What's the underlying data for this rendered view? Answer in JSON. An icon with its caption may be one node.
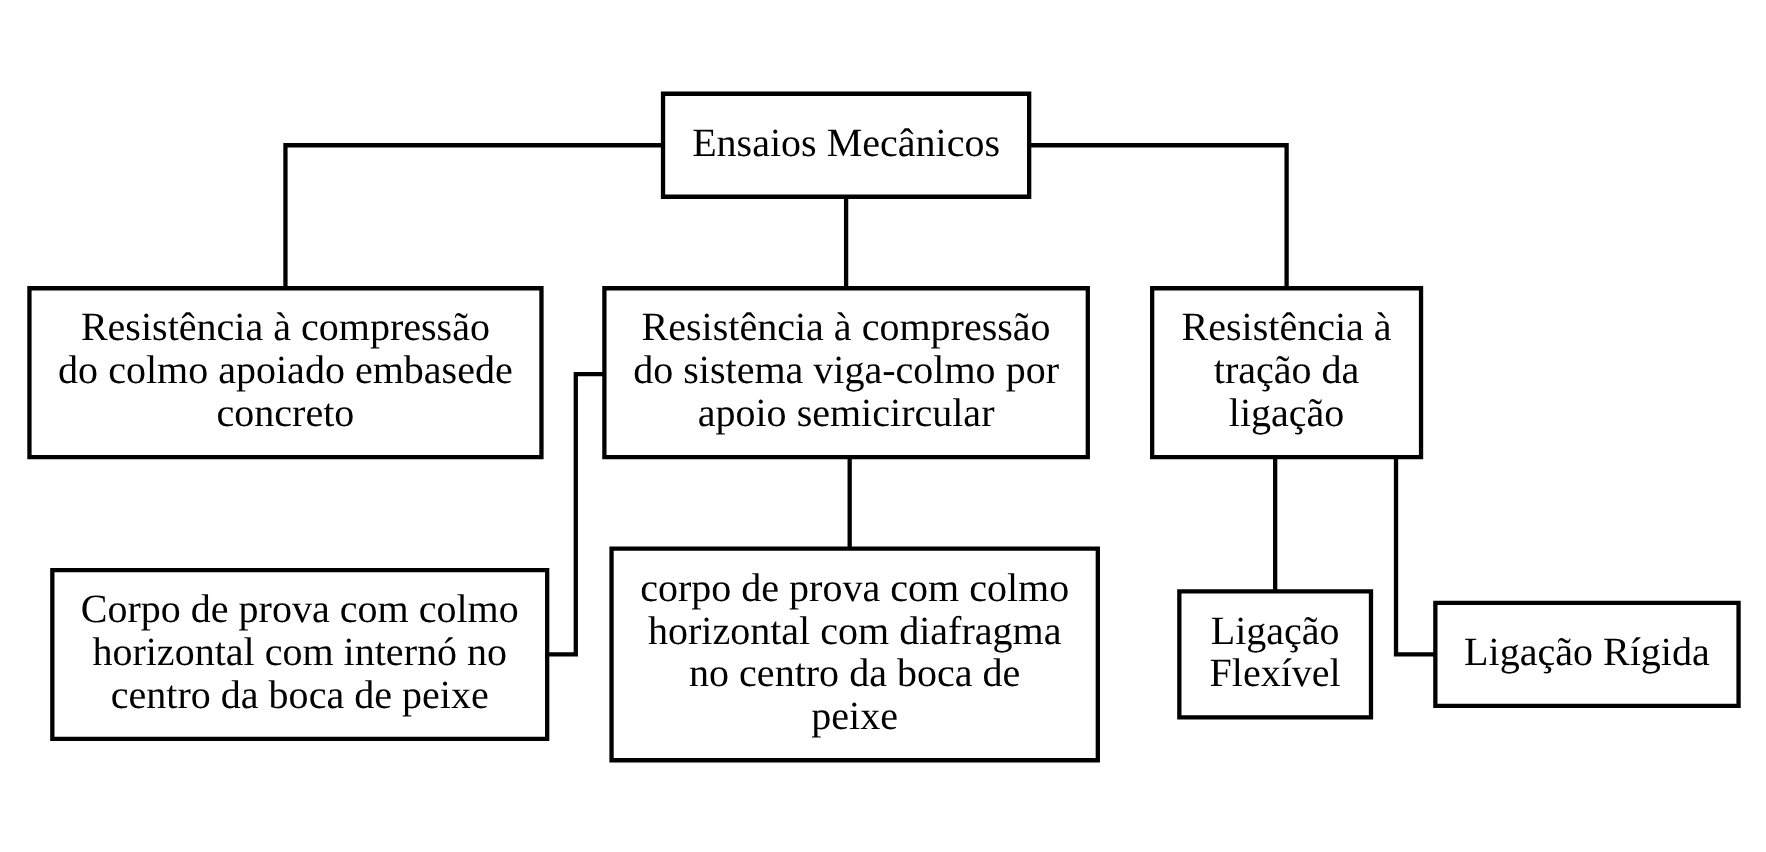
{
  "diagram": {
    "nodes": [
      {
        "text": [
          "Ensaios Mecânicos"
        ]
      },
      {
        "text": [
          "Resistência à compressão do colmo apoiado embasede concreto"
        ]
      },
      {
        "text": [
          "Resistência à compressão do sistema viga-colmo por apoio semicircular"
        ]
      },
      {
        "text": [
          "Resistência à tração da ligação"
        ]
      },
      {
        "text": [
          "Corpo de prova com colmo horizontal com internó no centro da boca de peixe"
        ]
      },
      {
        "text": [
          "corpo de prova com colmo horizontal com diafragma no centro da boca de peixe"
        ]
      },
      {
        "text": [
          "Ligação Flexível"
        ]
      },
      {
        "text": [
          "Ligação Rígida"
        ]
      }
    ],
    "edges": [
      {
        "from": 0,
        "to": 1,
        "arrow": "none"
      },
      {
        "from": 0,
        "to": 2,
        "arrow": "none"
      },
      {
        "from": 0,
        "to": 3,
        "arrow": "none"
      },
      {
        "from": 2,
        "to": 4,
        "arrow": "none"
      },
      {
        "from": 2,
        "to": 5,
        "arrow": "none"
      },
      {
        "from": 3,
        "to": 6,
        "arrow": "none"
      },
      {
        "from": 3,
        "to": 7,
        "arrow": "none"
      }
    ]
  }
}
